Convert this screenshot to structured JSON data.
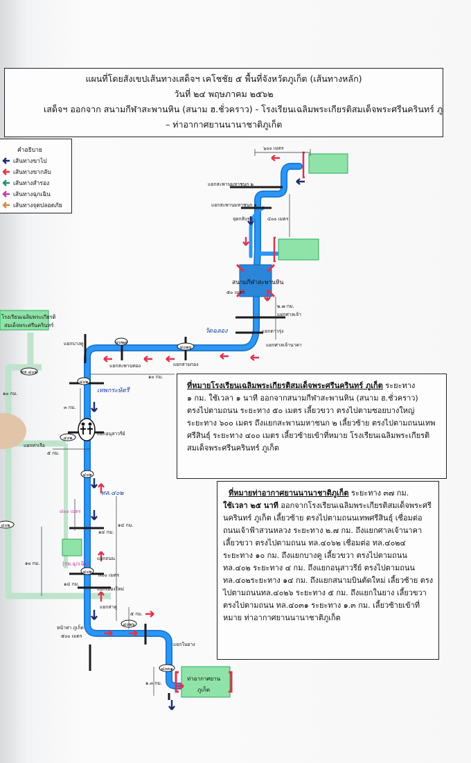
{
  "title": {
    "line1": "แผนที่โดยสังเขปเส้นทางเสด็จฯ เคโชชัย ๕ พื้นที่จังหวัดภูเก็ต (เส้นทางหลัก)",
    "line2": "วันที่ ๒๔ พฤษภาคม ๒๕๖๒",
    "line3": "เสด็จฯ ออกจาก สนามกีฬาสะพานหิน (สนาม ฮ.ชั่วคราว) - โรงเรียนเฉลิมพระเกียรติสมเด็จพระศรีนครินทร์ ภูเก็ต",
    "line4": "– ท่าอากาศยานนานาชาติภูเก็ต"
  },
  "legend": {
    "heading": "คำอธิบาย",
    "items": [
      {
        "label": "เส้นทางขาไป",
        "color": "#1e2a6e"
      },
      {
        "label": "เส้นทางขากลับ",
        "color": "#e0324a"
      },
      {
        "label": "เส้นทางสำรอง",
        "color": "#1f8f72"
      },
      {
        "label": "เส้นทางฉุกเฉิน",
        "color": "#c23fa2"
      },
      {
        "label": "เส้นทางจุดปลอดภัย",
        "color": "#d08a3a"
      }
    ]
  },
  "colors": {
    "route": "#1d8ff0",
    "route_edge": "#1670c8",
    "road": "#1a1a1a",
    "outbound": "#1e2a6e",
    "return": "#e0324a",
    "backup": "#bfe3cc",
    "dest": "#8fe3a8",
    "dest_edge": "#2aa95a",
    "venue": "#2b86d9",
    "venue_edge": "#e0324a"
  },
  "map_labels": {
    "dist_top": "๖๐๐ เมตร",
    "junction1": "แยกสะพานมหาชนก ๒",
    "junction2": "แยกสะพานมหาชนก ๑",
    "turn_point": "จุดกลับรถ",
    "dist_400": "๔๐๐ เมตร",
    "dist_50": "๕๐ เมตร",
    "venue": "สนามกีฬาสะพานหิน",
    "dist_27": "๒.๗ กม.",
    "junction_san": "แยกศาลเจ้า",
    "junction_kaotang": "แยกดาวรุ่ง",
    "junction_nakha": "แยกศาลเจ้านาคา",
    "handwritten1": "วัดฉลอง",
    "junction_bangkhu": "แยกบางคู",
    "junction_saphan": "แยกสะพานทอง",
    "junction_samkong": "แยกสามกอง",
    "dist_10": "๑๐ กม.",
    "handwritten2": "เทพกระษัตรี",
    "junction_anusawari": "แยกอนุสาวรีย์",
    "dist_3km": "๓ กม.",
    "handwritten3": "ทล.๔๐๒",
    "dist_14": "๑๔ กม.",
    "dist_14b": "๑๔ กม.",
    "emergency_hosp": "(รพ.ฉุกเฉิน)",
    "dist_800": "๘๐๐ เมตร",
    "dist_300": "๓๐๐ เมตร",
    "junction_mueang": "แยกเมืองใหม่",
    "junction_mainroad": "แยกถนน",
    "dist_5": "๕ กม.",
    "junction_sakhu": "แยกสาคู",
    "junction_naiyang": "แยกในยาง",
    "dist_500": "๕๐๐ เมตร",
    "airport_exit": "หน้าท่า ภูเก็ต",
    "dist_13": "๑.๓ กม.",
    "airport": "ท่าอากาศยาน",
    "airport2": "ภูเก็ต",
    "left_dest1": "โรงเรียนเฉลิมพระเกียรติ",
    "left_dest2": "สมเด็จพระศรีนครินทร์",
    "left_badge": "ทล.๔๐๒",
    "left_dist": "๑๐ กม.",
    "left_dist2": "๕ กม.",
    "left_dist3": "๑๐ กม.",
    "left_junction": "แยกท่าเรือ",
    "left_dist4": "๑๔ กม.",
    "shield_402": "๔๐๒",
    "shield_4026": "๔๐๒๖",
    "shield_4031": "๔๐๓๑",
    "shield_4027": "๔๐๒๗"
  },
  "desc1": {
    "heading": "ที่หมายโรงเรียนเฉลิมพระเกียรติสมเด็จพระศรีนครินทร์ ภูเก็ต",
    "lead": " ระยะทาง",
    "lines": [
      "๑ กม. ใช้เวลา ๑ นาที ออกจากสนามกีฬาสะพานหิน (สนาม ฮ.ชั่วคราว)",
      "ตรงไปตามถนน ระยะทาง ๕๐ เมตร เลี้ยวขวา ตรงไปตามซอยบางใหญ่",
      "ระยะทาง ๖๐๐ เมตร ถึงแยกสะพานมหาชนก ๒ เลี้ยวซ้าย ตรงไปตามถนนเทพ",
      "ศรีสินธุ์ ระยะทาง ๔๐๐ เมตร เลี้ยวซ้ายเข้าที่หมาย โรงเรียนเฉลิมพระเกียรติ",
      "สมเด็จพระศรีนครินทร์ ภูเก็ต"
    ]
  },
  "desc2": {
    "heading": "ที่หมายท่าอากาศยานนานาชาติภูเก็ต",
    "lead": " ระยะทาง ๓๗ กม.",
    "line1_bold": "ใช้เวลา ๒๕ นาที",
    "lines": [
      " ออกจากโรงเรียนเฉลิมพระเกียรติสมเด็จพระศรี",
      "นครินทร์ ภูเก็ต เลี้ยวซ้าย ตรงไปตามถนนเทพศรีสินธุ์ เชื่อมต่อ",
      "ถนนเจ้าฟ้าสวนหลวง ระยะทาง ๒.๗ กม. ถึงแยกศาลเจ้านาคา",
      "เลี้ยวขวา ตรงไปตามถนน ทล.๔๐๖๒ เชื่อมต่อ ทล.๔๐๒๔",
      "ระยะทาง ๑๐ กม. ถึงแยกบางคู เลี้ยวขวา ตรงไปตามถนน",
      "ทล.๔๐๒ ระยะทาง ๔ กม. ถึงแยกอนุสาวรีย์ ตรงไปตามถนน",
      "ทล.๔๐๒ระยะทาง ๑๔ กม. ถึงแยกสนามบินตัดใหม่ เลี้ยวซ้าย ตรง",
      "ไปตามถนนทล.๔๐๒๖ ระยะทาง ๕ กม. ถึงแยกในยาง เลี้ยวขวา",
      "ตรงไปตามถนน ทล.๔๐๓๑ ระยะทาง ๑.๓ กม. เลี้ยวซ้ายเข้าที่",
      "หมาย ท่าอากาศยานนานาชาติภูเก็ต"
    ]
  }
}
